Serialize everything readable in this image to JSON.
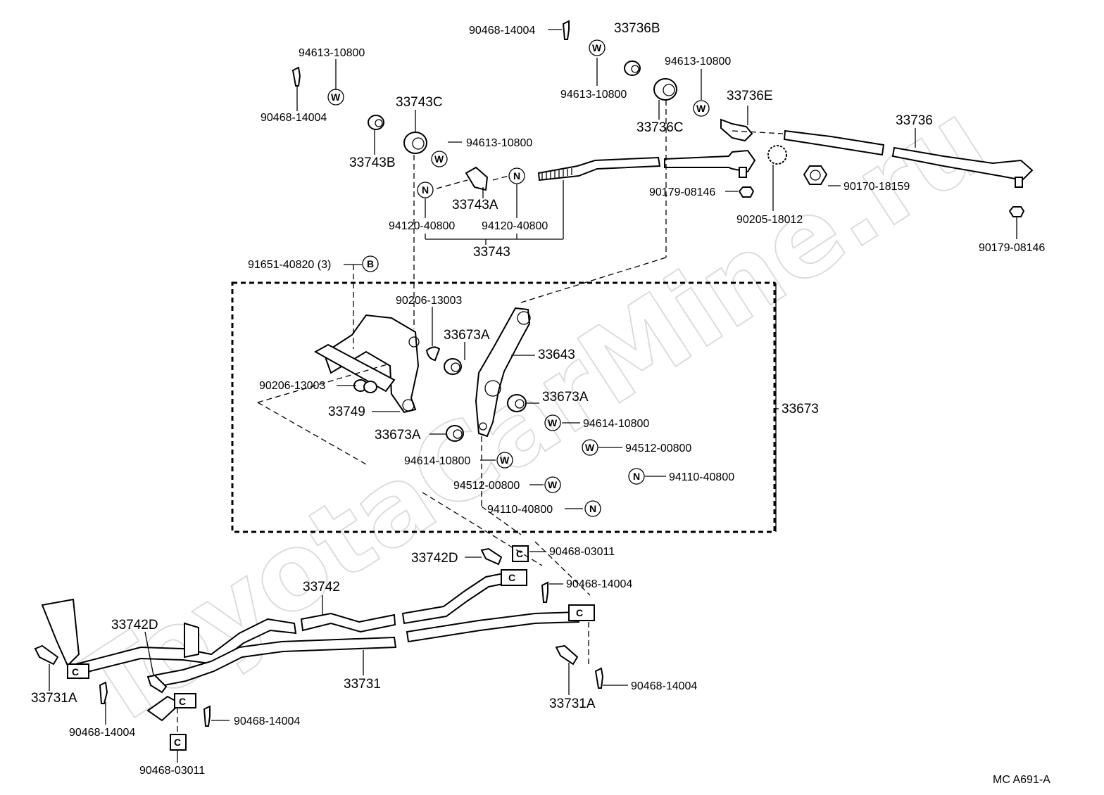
{
  "watermark": "ToyotaCarMine.ru",
  "figure_code": "MC  A691-A",
  "symbols": {
    "washer": "W",
    "nut": "N",
    "bolt": "B"
  },
  "labels": {
    "p90468_14004_top": "90468-14004",
    "p33736B": "33736B",
    "p94613_10800_left": "94613-10800",
    "p90468_14004_left": "90468-14004",
    "p33743C": "33743C",
    "p33743B": "33743B",
    "p94613_10800_mid": "94613-10800",
    "p94613_10800_b": "94613-10800",
    "p94613_10800_right": "94613-10800",
    "p33736C": "33736C",
    "p33736E": "33736E",
    "p33736": "33736",
    "p90179_08146_a": "90179-08146",
    "p90170_18159": "90170-18159",
    "p90205_18012": "90205-18012",
    "p90179_08146_b": "90179-08146",
    "p33743A": "33743A",
    "p94120_40800_l": "94120-40800",
    "p94120_40800_r": "94120-40800",
    "p33743": "33743",
    "p91651_40820": "91651-40820 (3)",
    "p90206_13003_top": "90206-13003",
    "p33673A_top": "33673A",
    "p33643": "33643",
    "p90206_13003_left": "90206-13003",
    "p33749": "33749",
    "p33673A_mid": "33673A",
    "p33673": "33673",
    "p94614_10800_r": "94614-10800",
    "p94512_00800_r": "94512-00800",
    "p33673A_low": "33673A",
    "p94110_40800_r": "94110-40800",
    "p94614_10800_l": "94614-10800",
    "p94512_00800_l": "94512-00800",
    "p94110_40800_l": "94110-40800",
    "p33742D_top": "33742D",
    "p90468_03011_top": "90468-03011",
    "p90468_14004_m": "90468-14004",
    "p33742": "33742",
    "p33742D_left": "33742D",
    "p33731": "33731",
    "p33731A_left": "33731A",
    "p90468_14004_bl": "90468-14004",
    "p90468_14004_bm": "90468-14004",
    "p90468_03011_bot": "90468-03011",
    "p33731A_right": "33731A",
    "p90468_14004_br": "90468-14004"
  }
}
